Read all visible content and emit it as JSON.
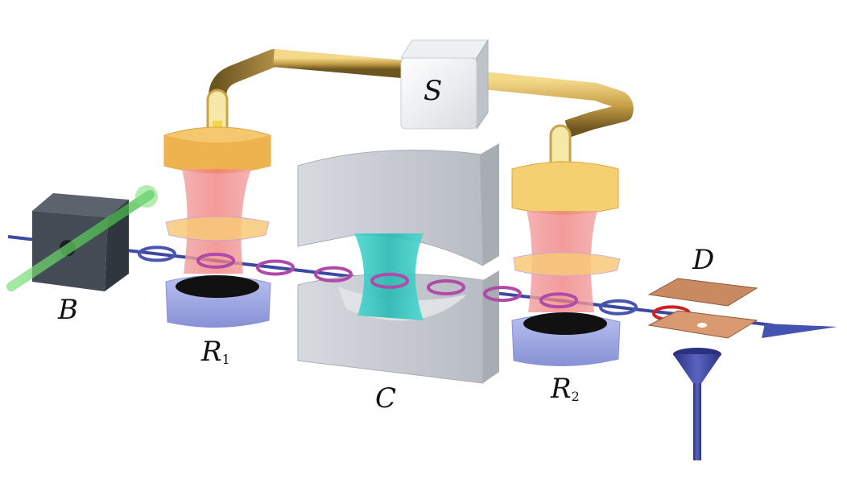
{
  "labels": {
    "B": {
      "letter": "B"
    },
    "R1": {
      "letter": "R",
      "subscript": "1"
    },
    "C": {
      "letter": "C"
    },
    "R2": {
      "letter": "R",
      "subscript": "2"
    },
    "D": {
      "letter": "D"
    },
    "S": {
      "letter": "S"
    }
  },
  "colors": {
    "atom_beam": "#3b4aa0",
    "atom_ring": "#4a55b0",
    "atom_ring_excited": "#b04aa8",
    "detected_atom_ring": "#d02020",
    "laser_green": "#5ecb5e",
    "ramsey_field": "#f08080",
    "cavity_field": "#2fc9c2",
    "waveguide_gold": "#c9a24a",
    "mirror_gray": "#c8ccd2",
    "mirror_blue": "#9aa3e0",
    "oven_box": "#3d454d",
    "detector_plate": "#c98a62"
  },
  "icons": [
    "box-icon",
    "funnel-icon",
    "arrow-icon"
  ]
}
